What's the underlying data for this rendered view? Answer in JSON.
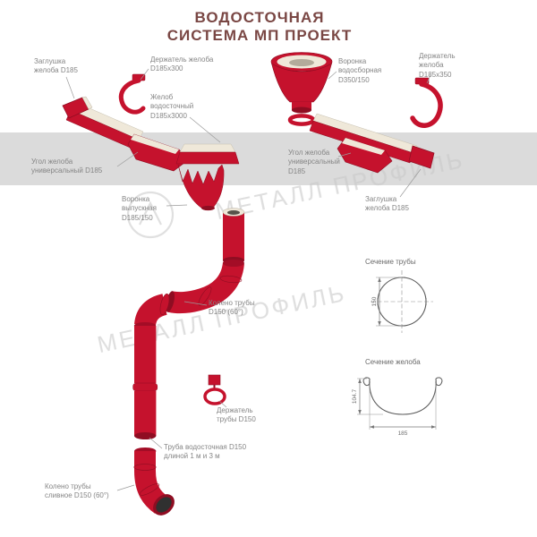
{
  "title": {
    "line1": "ВОДОСТОЧНАЯ",
    "line2": "СИСТЕМА МП ПРОЕКТ"
  },
  "watermark": "МЕТАЛЛ ПРОФИЛЬ",
  "labels": {
    "endcap_left": "Заглушка желоба D185",
    "gutter_holder_300": "Держатель желоба D185х300",
    "collect_funnel": "Воронка водосборная D350/150",
    "gutter_holder_350": "Держатель желоба D185х350",
    "gutter": "Желоб водосточный D185х3000",
    "corner_left": "Угол желоба универсальный D185",
    "corner_right": "Угол желоба универсальный D185",
    "endcap_right": "Заглушка желоба D185",
    "outlet_funnel": "Воронка выпускная D185/150",
    "pipe_elbow": "Колено трубы D150 (60°)",
    "pipe_section_title": "Сечение трубы",
    "gutter_section_title": "Сечение желоба",
    "pipe_holder": "Держатель трубы D150",
    "downpipe": "Труба водосточная D150 длиной 1 м и 3 м",
    "drain_elbow": "Колено трубы сливное D150 (60°)"
  },
  "dimensions": {
    "pipe_diameter": "150",
    "gutter_width": "185",
    "gutter_depth": "104.7"
  },
  "colors": {
    "component_red": "#C5122D",
    "component_dark_red": "#8F0D22",
    "gutter_interior_cream": "#EFE8D9",
    "roof_band_gray": "#DBDBDB",
    "label_gray": "#858585",
    "title_brown": "#7A4744",
    "watermark_gray": "#C8C8C8"
  }
}
